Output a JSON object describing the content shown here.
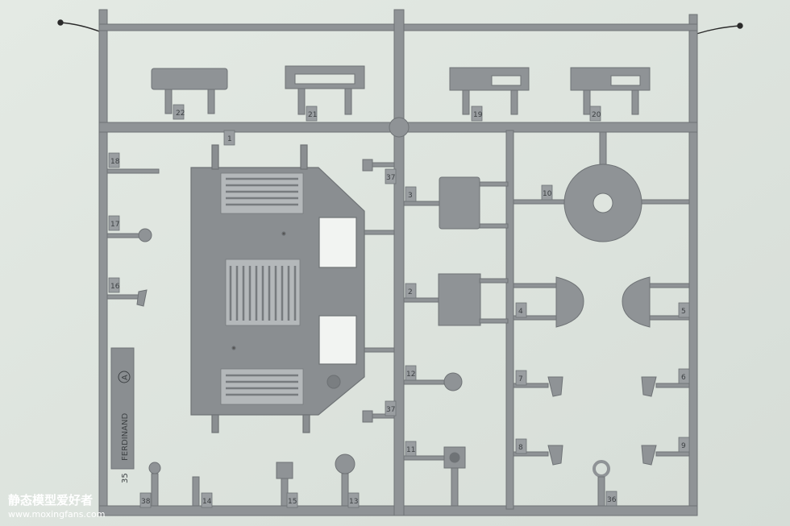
{
  "photo": {
    "subject": "plastic model kit sprue",
    "sprue_title": "FERDINAND",
    "sprue_code": "A",
    "scale_text": "35",
    "colors": {
      "background": "#dfe5df",
      "plastic": "#8f9396",
      "plastic_dark": "#6f7376",
      "plastic_light": "#a9adaf",
      "wire": "#2a2a2a"
    }
  },
  "part_numbers": [
    "1",
    "2",
    "3",
    "4",
    "5",
    "6",
    "7",
    "8",
    "9",
    "10",
    "11",
    "12",
    "13",
    "14",
    "15",
    "16",
    "17",
    "18",
    "19",
    "20",
    "21",
    "22",
    "36",
    "37",
    "38"
  ],
  "watermark": {
    "title": "静态模型爱好者",
    "url": "www.moxingfans.com"
  }
}
